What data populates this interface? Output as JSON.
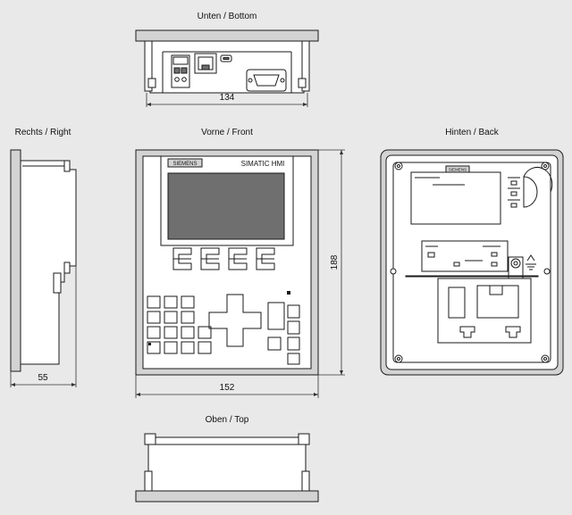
{
  "views": {
    "bottom": {
      "title": "Unten / Bottom",
      "width_dim": "134"
    },
    "right": {
      "title": "Rechts / Right",
      "depth_dim": "55"
    },
    "front": {
      "title": "Vorne / Front",
      "width_dim": "152",
      "height_dim": "188",
      "brand": "SIEMENS",
      "product": "SIMATIC  HMI"
    },
    "back": {
      "title": "Hinten / Back",
      "brand": "SIEMENS"
    },
    "top": {
      "title": "Oben / Top"
    }
  },
  "colors": {
    "background": "#e9e9e9",
    "line": "#1a1a1a",
    "panel": "#d3d3d3",
    "screen": "#6f6f6f"
  }
}
